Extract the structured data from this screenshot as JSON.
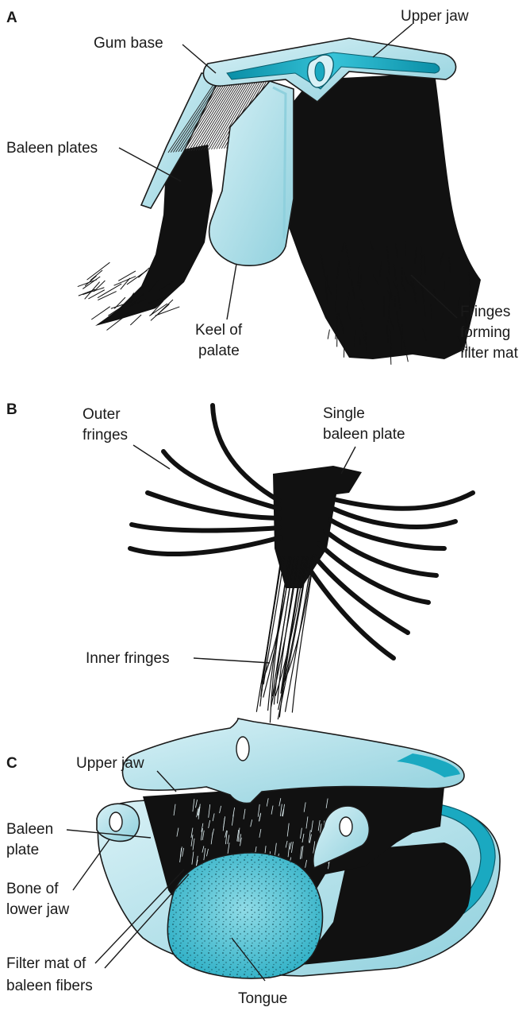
{
  "panels": {
    "a": {
      "letter": "A",
      "labels": {
        "upper_jaw": "Upper jaw",
        "gum_base": "Gum base",
        "baleen_plates": "Baleen plates",
        "keel": [
          "Keel of",
          "palate"
        ],
        "fringes": [
          "Fringes",
          "forming",
          "filter mat"
        ]
      }
    },
    "b": {
      "letter": "B",
      "labels": {
        "outer_fringes": [
          "Outer",
          "fringes"
        ],
        "single_plate": [
          "Single",
          "baleen plate"
        ],
        "inner_fringes": "Inner fringes"
      }
    },
    "c": {
      "letter": "C",
      "labels": {
        "upper_jaw": "Upper jaw",
        "baleen_plate": [
          "Baleen",
          "plate"
        ],
        "bone_lower_jaw": [
          "Bone of",
          "lower jaw"
        ],
        "filter_mat": [
          "Filter mat of",
          "baleen fibers"
        ],
        "tongue": "Tongue"
      }
    }
  },
  "colors": {
    "pale_blue": "#bfe6ee",
    "teal": "#1aa9c1",
    "dark_teal": "#0a7f95",
    "ink": "#111111"
  }
}
